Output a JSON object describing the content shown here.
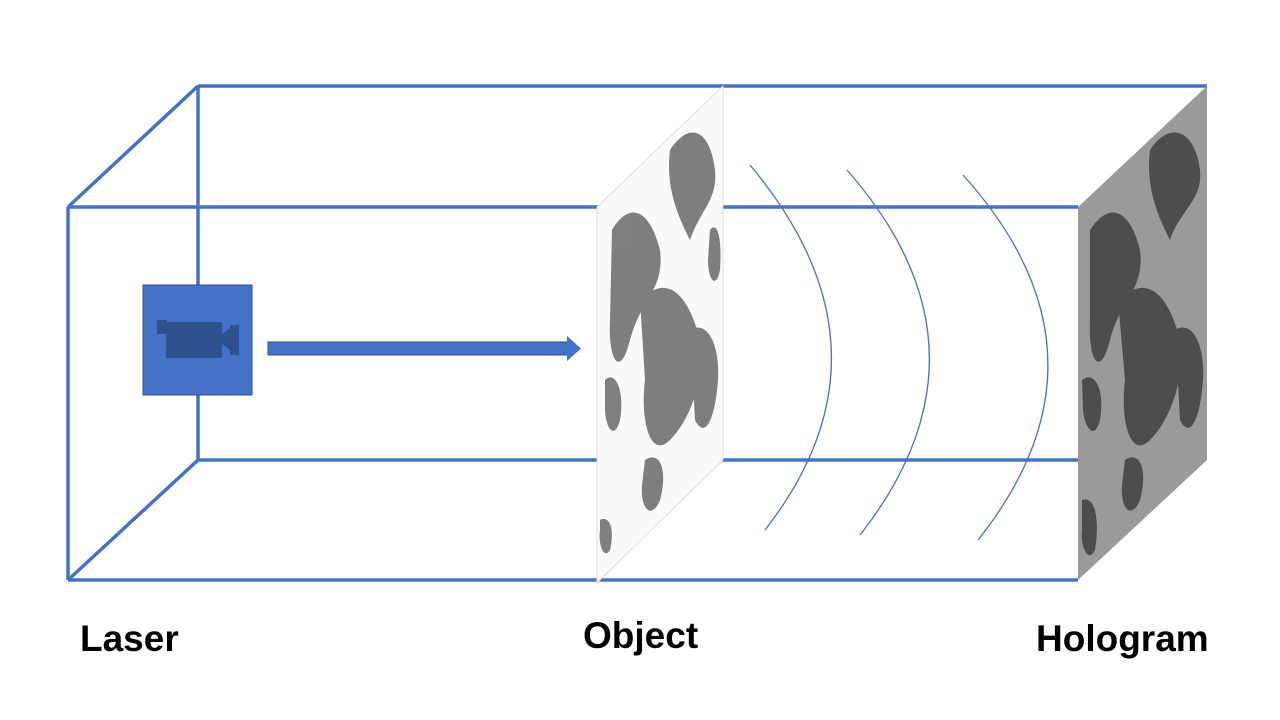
{
  "labels": {
    "laser": "Laser",
    "object": "Object",
    "hologram": "Hologram"
  },
  "colors": {
    "frame": "#4472C4",
    "laser_box": "#4472C4",
    "camera": "#2F528F",
    "arrow": "#4472C4",
    "waves": "#4472C4"
  },
  "icons": {
    "laser": "video-camera-icon"
  }
}
